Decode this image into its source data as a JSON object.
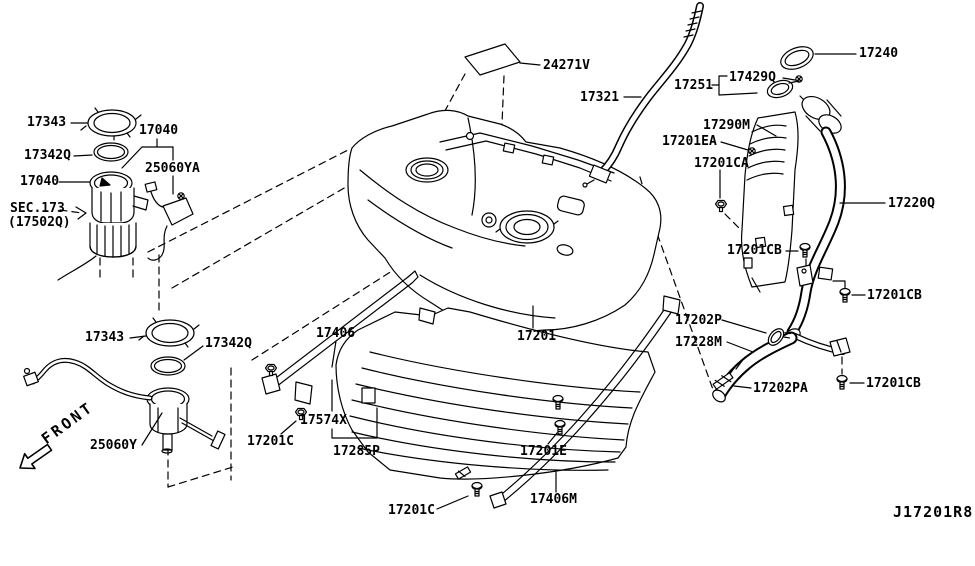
{
  "diagram": {
    "type": "exploded-parts-diagram",
    "drawing_code": "J17201R8",
    "front_indicator": "FRONT",
    "section_note_line1": "SEC.173",
    "section_note_line2": "(17502Q)",
    "labels": {
      "lock_ring_upper": "17343",
      "pump_assembly_bracket": "17040",
      "oring_upper": "17342Q",
      "pump_assembly_left": "17040",
      "harness_upper": "25060YA",
      "label_sticker": "24271V",
      "vent_hose": "17321",
      "filler_cap": "17251",
      "cap_tether": "17429Q",
      "cap_gasket": "17240",
      "filler_protector": "17290M",
      "screw_ea": "17201EA",
      "nut_ca": "17201CA",
      "filler_tube": "17220Q",
      "bolt_cb_1": "17201CB",
      "bolt_cb_2": "17201CB",
      "bolt_cb_3": "17201CB",
      "hose_clamp": "17202P",
      "filler_hose": "17228M",
      "hose_clip": "17202PA",
      "lock_ring_lower": "17343",
      "oring_lower": "17342Q",
      "strap_left": "17406",
      "sender_lower": "25060Y",
      "bolt_c_left": "17201C",
      "protector_inner": "17574X",
      "protector": "17285P",
      "fuel_tank": "17201",
      "bolt_e": "17201E",
      "strap_right": "17406M",
      "bolt_c_bottom": "17201C"
    }
  }
}
